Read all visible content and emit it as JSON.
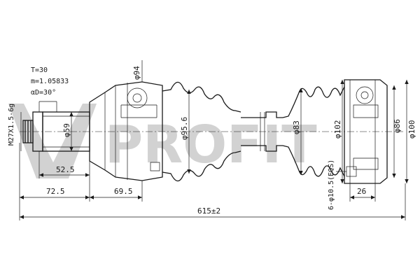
{
  "brand": {
    "logo_text": "PROFIT"
  },
  "annotations": {
    "spline_t": "T=30",
    "module": "m=1.05833",
    "angle": "αD=30°"
  },
  "dimensions": {
    "thread": "M27X1.5-6g",
    "d59": "φ59",
    "d94": "φ94",
    "d95_6": "φ95.6",
    "d83": "φ83",
    "d102": "φ102",
    "d86": "φ86",
    "d100": "φ100",
    "holes": "6-φ10.5(EQS)",
    "len_52_5": "52.5",
    "len_72_5": "72.5",
    "len_69_5": "69.5",
    "len_26": "26",
    "total": "615±2"
  }
}
